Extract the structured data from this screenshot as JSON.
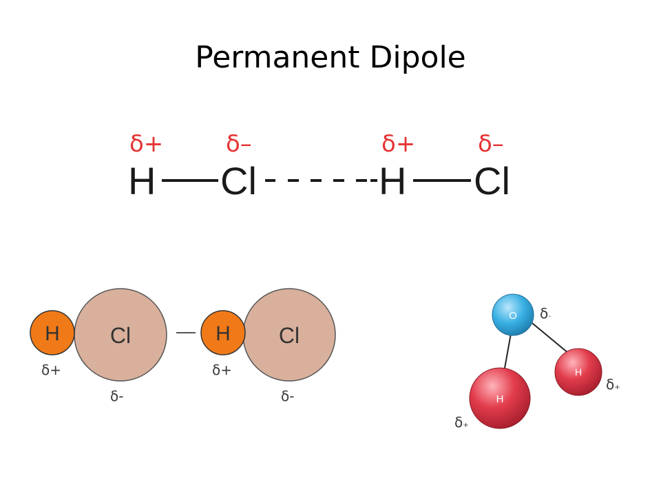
{
  "title": "Permanent Dipole",
  "formula": {
    "atoms": [
      "H",
      "Cl",
      "H",
      "Cl"
    ],
    "charges": [
      "δ+",
      "δ–",
      "δ+",
      "δ–"
    ]
  },
  "hcl_spheres": {
    "atoms": [
      "H",
      "Cl",
      "H",
      "Cl"
    ],
    "h_charge": "δ+",
    "cl_charge": "δ-",
    "colors": {
      "hydrogen": "#f07a18",
      "chlorine": "#d8b09c",
      "bond": "#555555"
    }
  },
  "water": {
    "oxygen": "O",
    "hydrogen": "H",
    "o_charge": "δ-",
    "h_charge": "δ+",
    "o_charge_base": "δ",
    "o_charge_sign": "-",
    "h_charge_base": "δ",
    "h_charge_sign": "+",
    "colors": {
      "oxygen": "#3ab0e4",
      "hydrogen": "#e23c4c"
    }
  }
}
